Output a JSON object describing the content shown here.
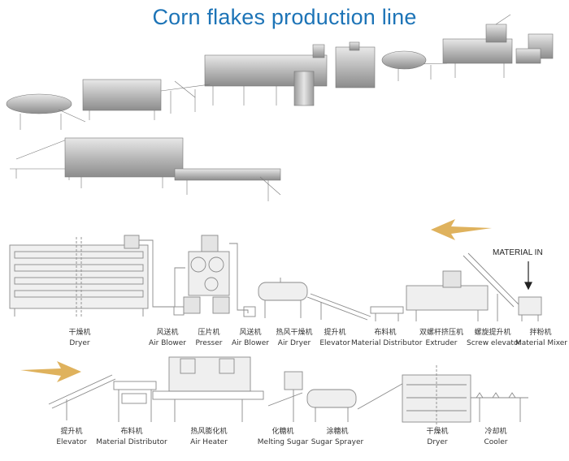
{
  "title": "Corn flakes production line",
  "material_in": "MATERIAL IN",
  "row1": [
    {
      "zh": "干燥机",
      "en": "Dryer"
    },
    {
      "zh": "风送机",
      "en": "Air Blower"
    },
    {
      "zh": "压片机",
      "en": "Presser"
    },
    {
      "zh": "风送机",
      "en": "Air Blower"
    },
    {
      "zh": "热风干燥机",
      "en": "Air Dryer"
    },
    {
      "zh": "提升机",
      "en": "Elevator"
    },
    {
      "zh": "布料机",
      "en": "Material Distributor"
    },
    {
      "zh": "双螺杆挤压机",
      "en": "Extruder"
    },
    {
      "zh": "螺旋提升机",
      "en": "Screw elevator"
    },
    {
      "zh": "拌粉机",
      "en": "Material Mixer"
    }
  ],
  "row2": [
    {
      "zh": "提升机",
      "en": "Elevator"
    },
    {
      "zh": "布料机",
      "en": "Material Distributor"
    },
    {
      "zh": "热风膨化机",
      "en": "Air Heater"
    },
    {
      "zh": "化糖机",
      "en": "Melting Sugar"
    },
    {
      "zh": "涂糖机",
      "en": "Sugar Sprayer"
    },
    {
      "zh": "干燥机",
      "en": "Dryer"
    },
    {
      "zh": "冷却机",
      "en": "Cooler"
    }
  ],
  "colors": {
    "title": "#1d74b7",
    "arrow": "#d9a441",
    "line": "#8a8a8a",
    "metal": "#c8c8c8"
  }
}
